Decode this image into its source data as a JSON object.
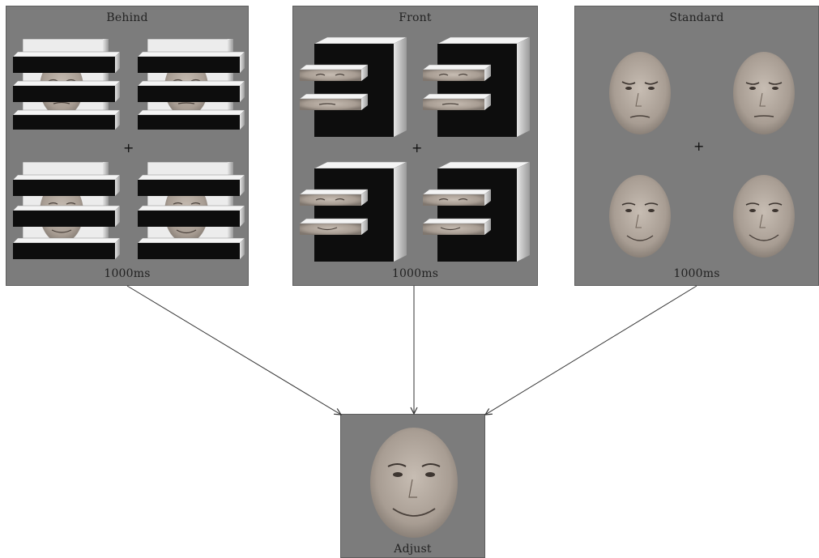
{
  "panels": {
    "behind": {
      "title": "Behind",
      "duration": "1000ms",
      "fixation": "+"
    },
    "front": {
      "title": "Front",
      "duration": "1000ms",
      "fixation": "+"
    },
    "standard": {
      "title": "Standard",
      "duration": "1000ms",
      "fixation": "+"
    },
    "adjust": {
      "title": "Adjust"
    }
  },
  "colors": {
    "panel_background": "#7c7c7c",
    "occluder": "#0d0d0d",
    "bar_top": "#f4f4f4",
    "bar_side": "#c9c9c9",
    "face_skin": "#b2a79d",
    "arrow": "#333333"
  }
}
